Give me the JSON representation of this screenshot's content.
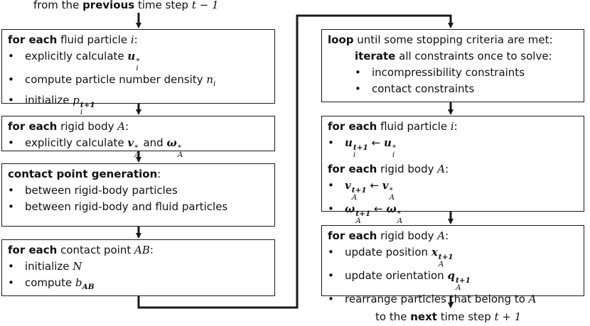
{
  "colors": {
    "stroke": "#1a1a1a",
    "background": "#ffffff",
    "text": "#111111"
  },
  "top_caption": {
    "pre": "from the ",
    "bold": "previous",
    "post": " time step ",
    "math": "t − 1"
  },
  "bottom_caption": {
    "pre": "to the ",
    "bold": "next",
    "post": " time step ",
    "math": "t + 1"
  },
  "boxes": {
    "fluid_init": {
      "heading_bold": "for each",
      "heading_rest": " fluid particle ",
      "heading_var": "i",
      "heading_end": ":",
      "items": [
        {
          "text": "explicitly calculate ",
          "sym": "u",
          "sub": "i",
          "sup": "*"
        },
        {
          "text": "compute particle number density ",
          "sym": "n",
          "sub": "i"
        },
        {
          "text": "initialize ",
          "sym": "p",
          "sub": "i",
          "sup": "t+1"
        }
      ]
    },
    "rigid_init": {
      "heading_bold": "for each",
      "heading_rest": " rigid body ",
      "heading_var": "A",
      "heading_end": ":",
      "item": {
        "text": "explicitly calculate ",
        "sym1": "v",
        "sub1": "A",
        "sup1": "*",
        "and": " and ",
        "sym2": "ω",
        "sub2": "A",
        "sup2": "*"
      }
    },
    "contact_gen": {
      "heading_bold": "contact point generation",
      "heading_end": ":",
      "items": [
        "between rigid-body particles",
        "between rigid-body and fluid particles"
      ]
    },
    "contact_init": {
      "heading_bold": "for each",
      "heading_rest": " contact point ",
      "heading_var": "AB",
      "heading_end": ":",
      "items": [
        {
          "text": "initialize ",
          "sym": "N"
        },
        {
          "text": "compute ",
          "sym": "b",
          "sub": "AB"
        }
      ]
    },
    "solver_loop": {
      "line1_bold": "loop",
      "line1_rest": " until some stopping criteria are met:",
      "line2_bold": "iterate",
      "line2_rest": " all constraints once to solve:",
      "items": [
        "incompressibility constraints",
        "contact constraints"
      ]
    },
    "velocity_update": {
      "fluid_heading_bold": "for each",
      "fluid_heading_rest": " fluid particle ",
      "fluid_var": "i",
      "fluid_end": ":",
      "fluid_item": {
        "sym": "u",
        "sub": "i",
        "sup": "t+1",
        "arrow": " ← ",
        "rhs": "u",
        "rhs_sub": "i",
        "rhs_sup": "*"
      },
      "rigid_heading_bold": "for each",
      "rigid_heading_rest": " rigid body ",
      "rigid_var": "A",
      "rigid_end": ":",
      "rigid_items": [
        {
          "sym": "v",
          "sub": "A",
          "sup": "t+1",
          "arrow": " ← ",
          "rhs": "v",
          "rhs_sub": "A",
          "rhs_sup": "*"
        },
        {
          "sym": "ω",
          "sub": "A",
          "sup": "t+1",
          "arrow": " ← ",
          "rhs": "ω",
          "rhs_sub": "A",
          "rhs_sup": "*"
        }
      ]
    },
    "pose_update": {
      "heading_bold": "for each",
      "heading_rest": " rigid body ",
      "heading_var": "A",
      "heading_end": ":",
      "items": [
        {
          "text": "update position ",
          "sym": "x",
          "sub": "A",
          "sup": "t+1"
        },
        {
          "text": "update orientation ",
          "sym": "q",
          "sub": "A",
          "sup": "t+1"
        },
        {
          "text": "rearrange particles that belong to ",
          "var": "A"
        }
      ]
    }
  }
}
